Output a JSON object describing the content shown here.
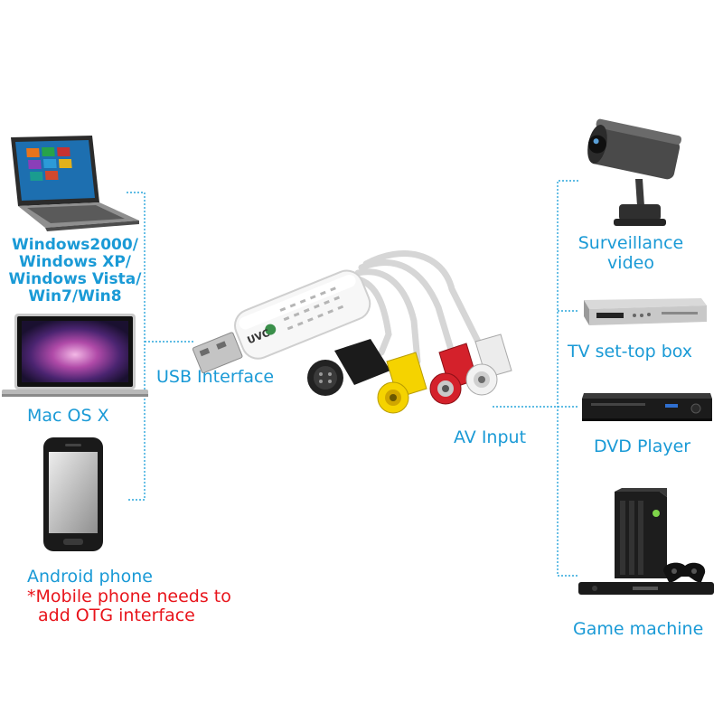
{
  "colors": {
    "label": "#1a9ad6",
    "warning": "#e8141b",
    "connector": "#2aa6dc",
    "rca_yellow": "#f5d300",
    "rca_red": "#d4212b",
    "rca_white": "#ececec"
  },
  "left": {
    "windows_lines": [
      "Windows2000/",
      "Windows XP/",
      "Windows Vista/",
      "Win7/Win8"
    ],
    "mac_label": "Mac OS X",
    "android_label": "Android phone",
    "note_lines": [
      "*Mobile phone needs to",
      "add OTG interface"
    ]
  },
  "center": {
    "usb_label": "USB Interface",
    "av_label": "AV Input",
    "device_stamp": "UVC"
  },
  "right": {
    "surveillance_lines": [
      "Surveillance",
      "video"
    ],
    "settop_label": "TV set-top box",
    "dvd_label": "DVD Player",
    "game_label": "Game machine"
  },
  "icons": {
    "laptop": "windows-laptop-icon",
    "macbook": "macbook-icon",
    "phone": "android-phone-icon",
    "camera": "security-camera-icon",
    "settop": "set-top-box-icon",
    "dvd": "dvd-player-icon",
    "console": "game-console-icon"
  }
}
